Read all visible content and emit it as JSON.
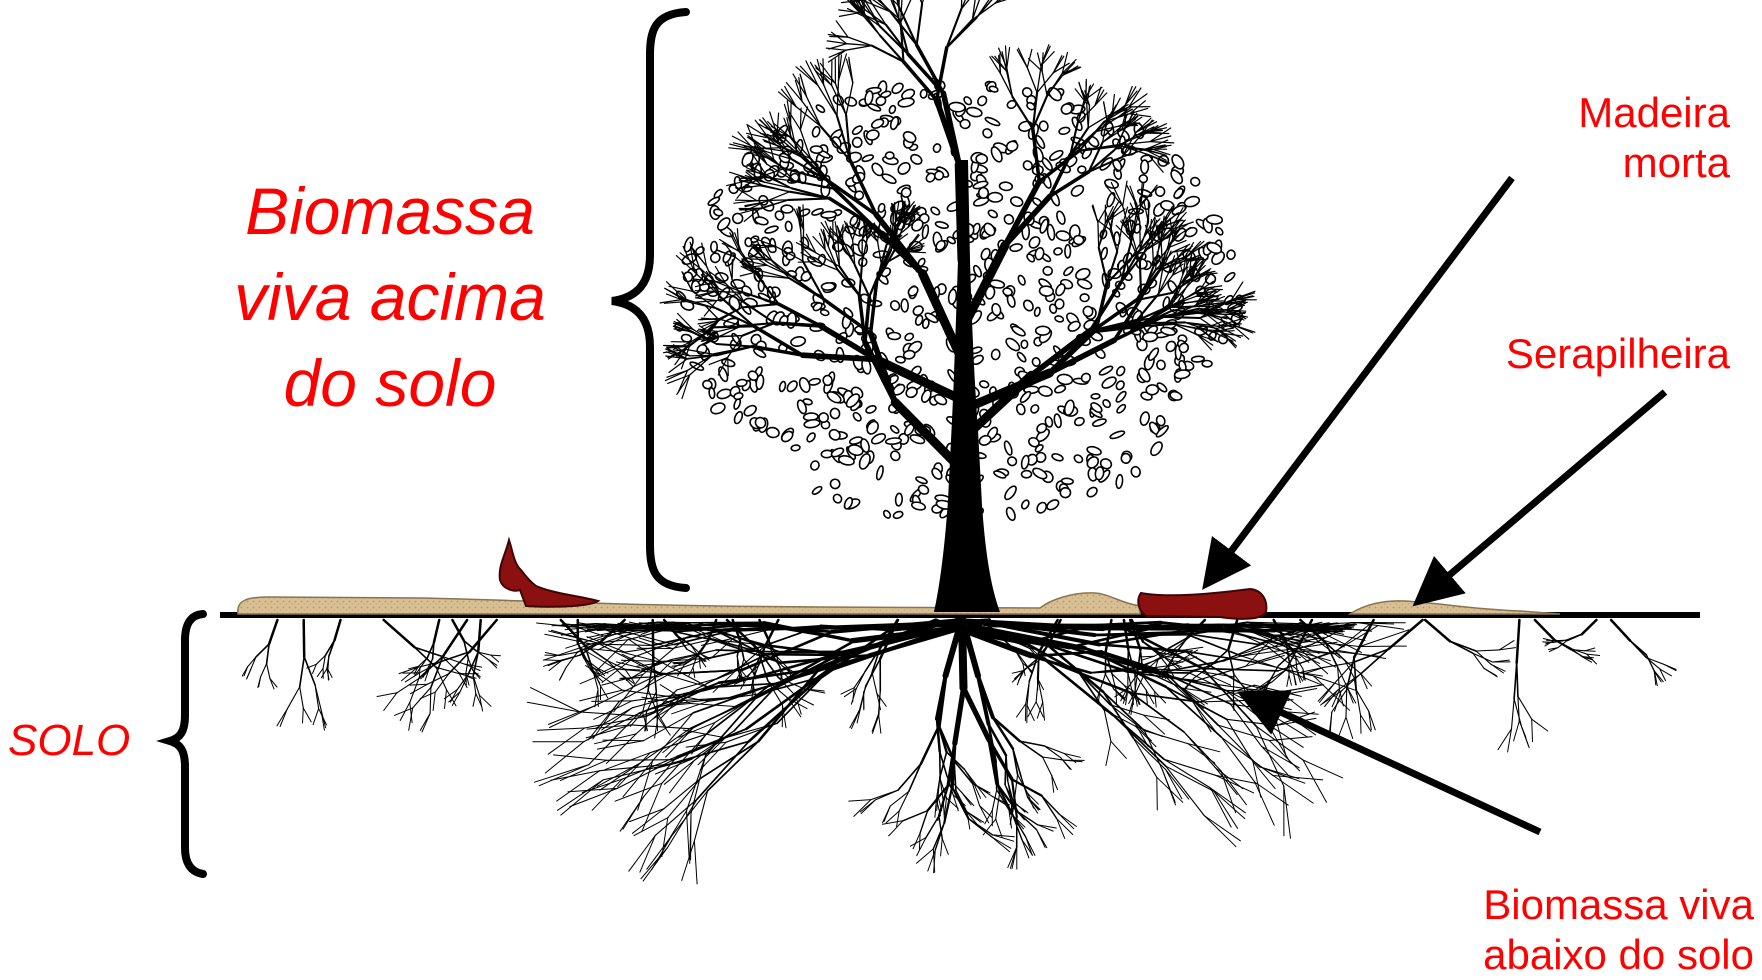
{
  "labels": {
    "above_ground": [
      "Biomassa",
      "viva acima",
      "do solo"
    ],
    "soil": "SOLO",
    "dead_wood": [
      "Madeira",
      "morta"
    ],
    "litter": "Serapilheira",
    "below_ground": [
      "Biomassa viva",
      "abaixo do solo"
    ]
  },
  "colors": {
    "label": "#ff0000",
    "ink": "#000000",
    "dead_wood": "#8b1010",
    "litter": "#d8bf94"
  },
  "icons": {
    "tree": "tree-illustration",
    "roots": "root-system",
    "dead_wood": "fallen-log",
    "litter": "leaf-litter"
  }
}
